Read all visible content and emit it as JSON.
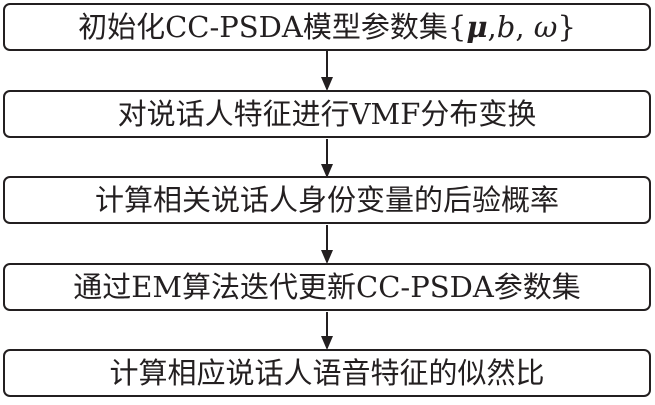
{
  "flowchart": {
    "steps": [
      {
        "text": "初始化CC-PSDA模型参数集",
        "math": {
          "open": "{",
          "mu": "μ",
          "sep1": ",",
          "b": "b",
          "sep2": ", ",
          "omega": "ω",
          "close": "}"
        }
      },
      {
        "text": "对说话人特征进行VMF分布变换"
      },
      {
        "text": "计算相关说话人身份变量的后验概率"
      },
      {
        "text": "通过EM算法迭代更新CC-PSDA参数集"
      },
      {
        "text": "计算相应说话人语音特征的似然比"
      }
    ],
    "connector": "arrow-down"
  }
}
